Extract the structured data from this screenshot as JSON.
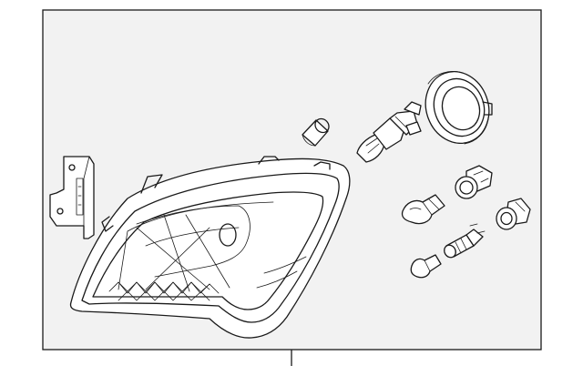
{
  "diagram": {
    "frame_fill": "#f2f2f2",
    "line_color": "#1a1a1a",
    "parts": [
      "headlamp-assembly",
      "mounting-bracket",
      "bulb-cap",
      "headlamp-bulb",
      "dust-cover",
      "socket-upper",
      "wedge-bulb-large",
      "socket-lower",
      "bulb-small",
      "wedge-bulb-small"
    ]
  }
}
